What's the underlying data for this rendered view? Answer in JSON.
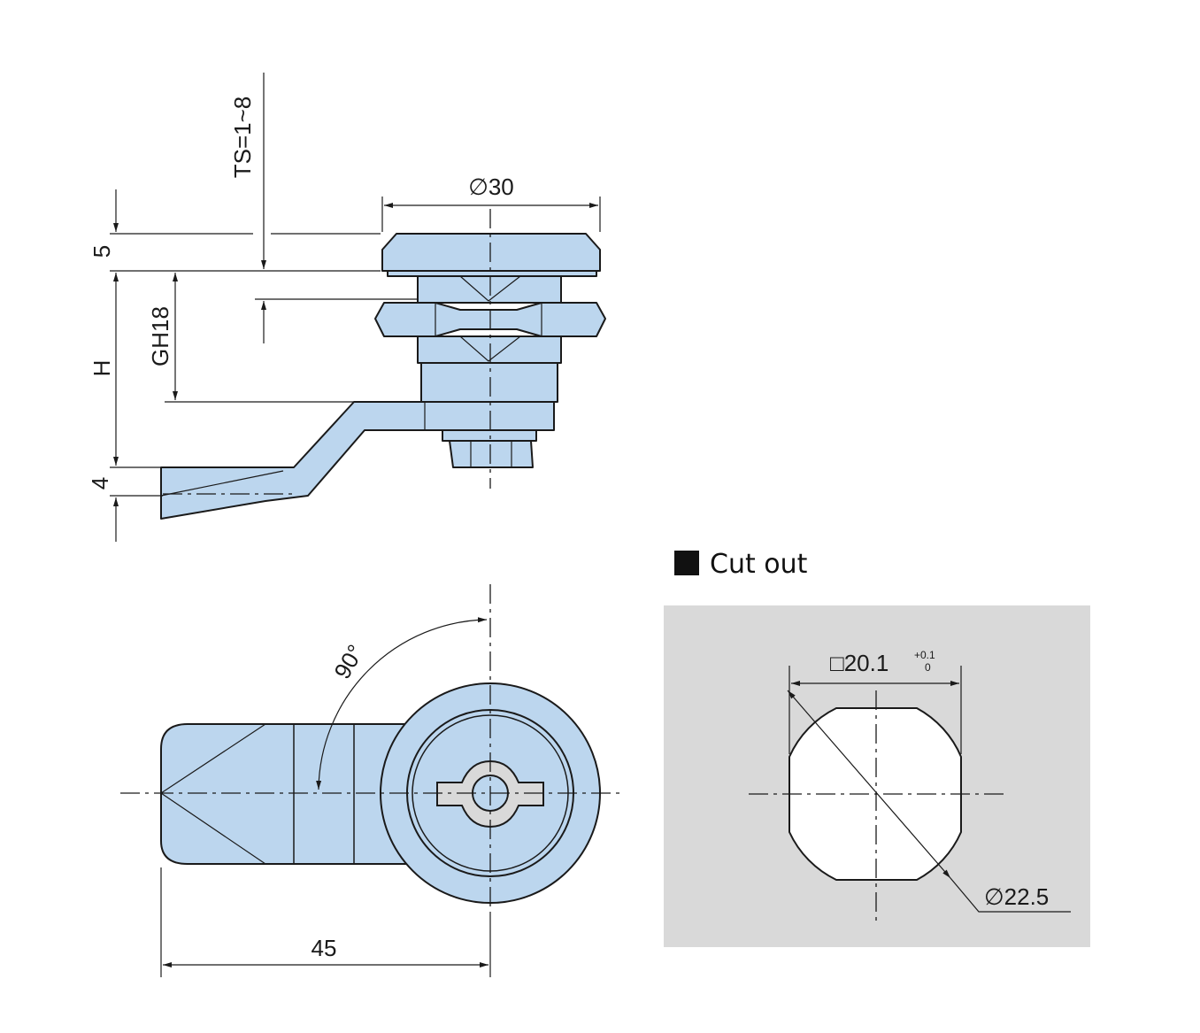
{
  "side_view": {
    "dim_ts": "TS=1~8",
    "dim_diameter": "∅30",
    "dim_top": "5",
    "dim_gh": "GH18",
    "dim_h": "H",
    "dim_cam": "4"
  },
  "front_view": {
    "dim_angle": "90°",
    "dim_length": "45"
  },
  "cutout": {
    "heading": "Cut out",
    "dim_square": "□20.1",
    "tol_upper": "+0.1",
    "tol_lower": "0",
    "dim_diameter": "∅22.5"
  },
  "colors": {
    "part_fill": "#bcd6ee",
    "panel_bg": "#d9d9d9"
  }
}
